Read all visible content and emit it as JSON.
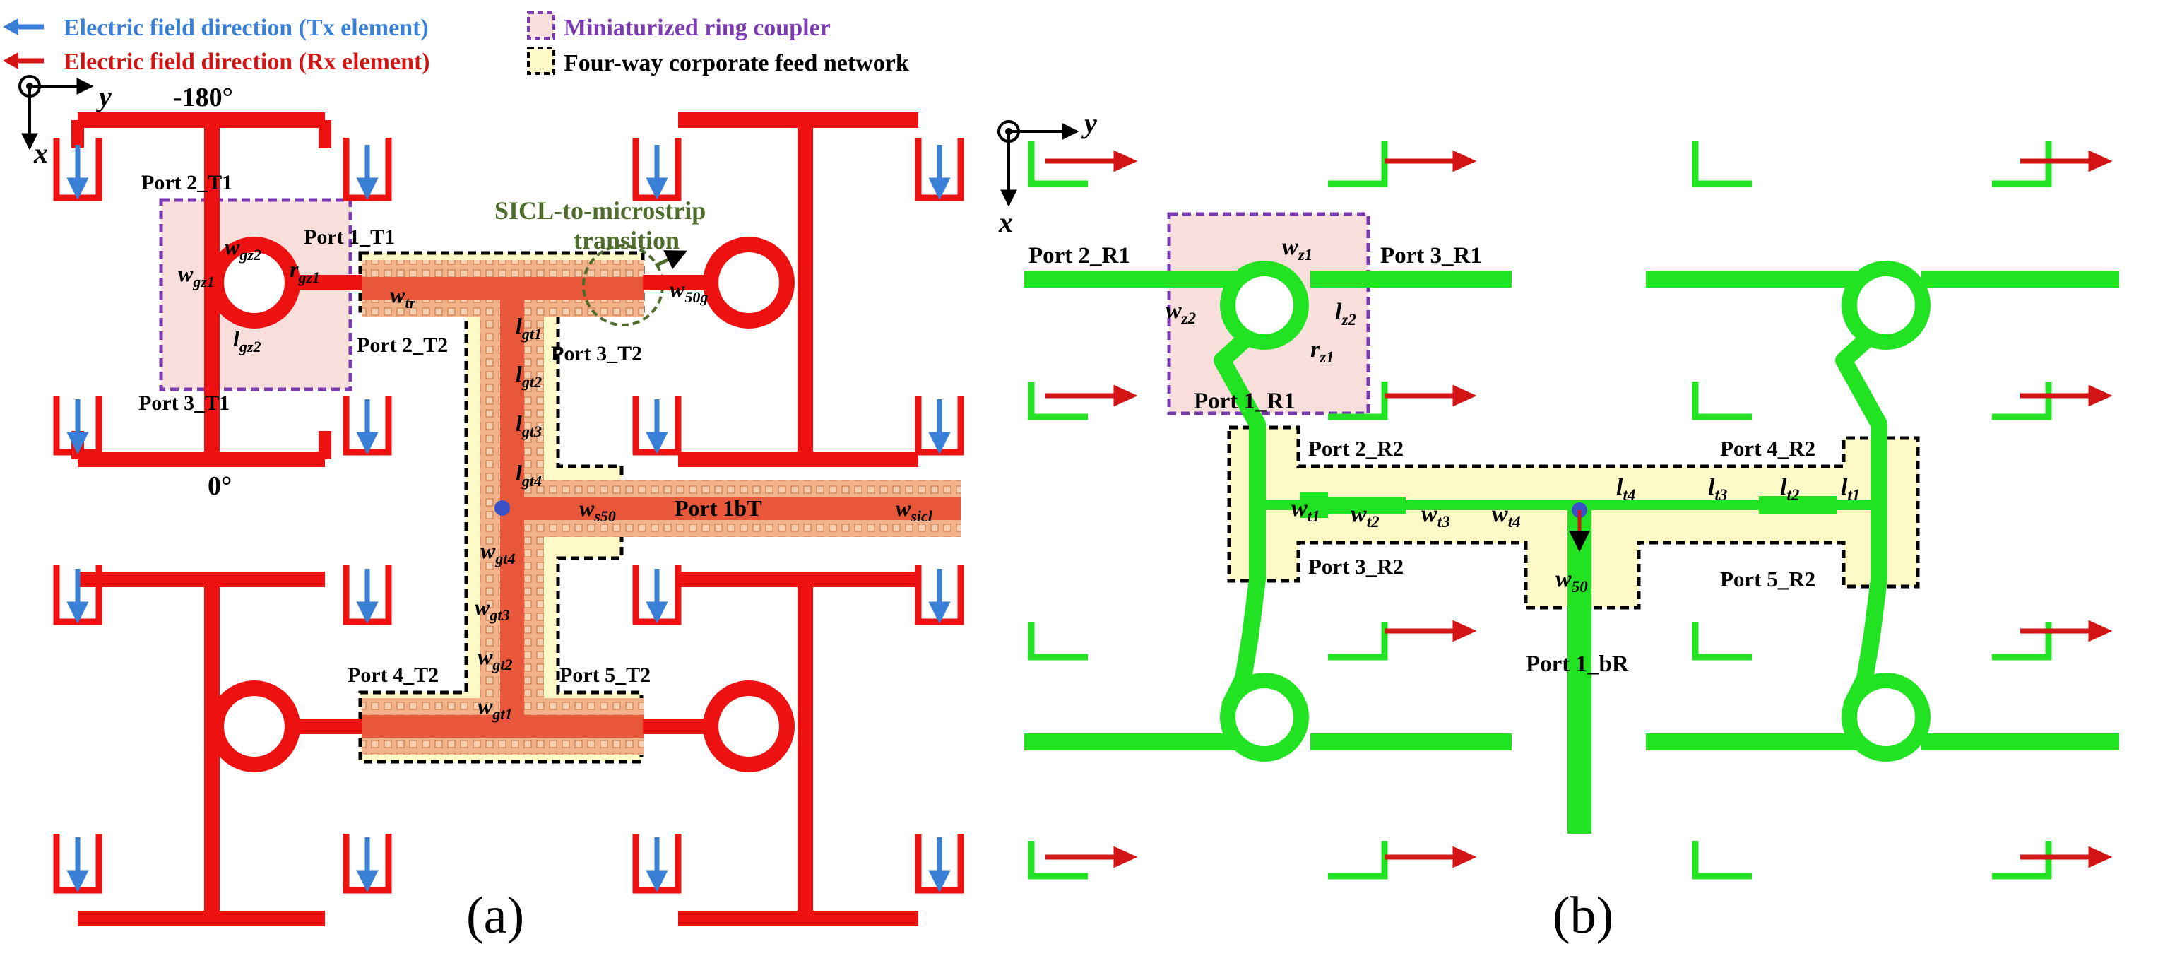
{
  "legend": {
    "tx_arrow": "Electric field direction (Tx element)",
    "rx_arrow": "Electric field direction (Rx element)",
    "ring": "Miniaturized ring coupler",
    "feed": "Four-way corporate feed network"
  },
  "colors": {
    "tx_arrow": "#3a7fd6",
    "rx_arrow": "#d21414",
    "tx_trace": "#ee1111",
    "rx_trace": "#22e322",
    "sicl_trace": "#e9573a",
    "sicl_fill": "#f2b28a",
    "feed_box": "#fdfac8",
    "ring_box": "#f9dfdc",
    "ring_border": "#7a3bb0",
    "transition": "#4d6b2a",
    "port_dot": "#3a52c8"
  },
  "panel_a": {
    "tag": "(a)",
    "axis": {
      "y": "y",
      "x": "x"
    },
    "phase_top": "-180°",
    "phase_bottom": "0°",
    "ports": {
      "p2t1": "Port 2_T1",
      "p1t1": "Port 1_T1",
      "p3t1": "Port 3_T1",
      "p2t2": "Port 2_T2",
      "p3t2": "Port 3_T2",
      "p4t2": "Port 4_T2",
      "p5t2": "Port 5_T2",
      "p1bt": "Port 1bT"
    },
    "transition_label": [
      "SICL-to-microstrip",
      "transition"
    ],
    "dims": {
      "wgz2": [
        "w",
        "gz2"
      ],
      "wgz1": [
        "w",
        "gz1"
      ],
      "rgz1": [
        "r",
        "gz1"
      ],
      "lgz2": [
        "l",
        "gz2"
      ],
      "wtr": [
        "w",
        "tr"
      ],
      "w50g": [
        "w",
        "50g"
      ],
      "lgt1": [
        "l",
        "gt1"
      ],
      "lgt2": [
        "l",
        "gt2"
      ],
      "lgt3": [
        "l",
        "gt3"
      ],
      "lgt4": [
        "l",
        "gt4"
      ],
      "ws50": [
        "w",
        "s50"
      ],
      "wsicl": [
        "w",
        "sicl"
      ],
      "wgt4": [
        "w",
        "gt4"
      ],
      "wgt3": [
        "w",
        "gt3"
      ],
      "wgt2": [
        "w",
        "gt2"
      ],
      "wgt1": [
        "w",
        "gt1"
      ]
    }
  },
  "panel_b": {
    "tag": "(b)",
    "axis": {
      "y": "y",
      "x": "x"
    },
    "ports": {
      "p2r1": "Port 2_R1",
      "p3r1": "Port 3_R1",
      "p1r1": "Port 1_R1",
      "p2r2": "Port 2_R2",
      "p3r2": "Port 3_R2",
      "p4r2": "Port 4_R2",
      "p5r2": "Port 5_R2",
      "p1br": "Port 1_bR"
    },
    "dims": {
      "wz1": [
        "w",
        "z1"
      ],
      "wz2": [
        "w",
        "z2"
      ],
      "lz2": [
        "l",
        "z2"
      ],
      "rz1": [
        "r",
        "z1"
      ],
      "wt1": [
        "w",
        "t1"
      ],
      "wt2": [
        "w",
        "t2"
      ],
      "wt3": [
        "w",
        "t3"
      ],
      "wt4": [
        "w",
        "t4"
      ],
      "w50": [
        "w",
        "50"
      ],
      "lt4": [
        "l",
        "t4"
      ],
      "lt3": [
        "l",
        "t3"
      ],
      "lt2": [
        "l",
        "t2"
      ],
      "lt1": [
        "l",
        "t1"
      ]
    }
  }
}
